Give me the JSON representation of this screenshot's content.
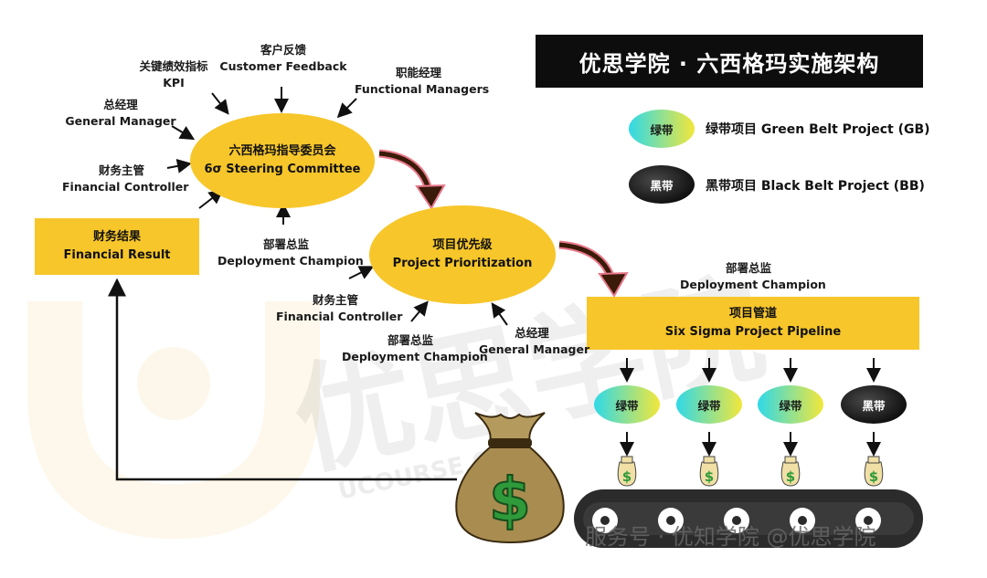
{
  "title": "优思学院 · 六西格玛实施架构",
  "legend": {
    "green_pill": "绿带",
    "green_text": "绿带项目 Green Belt Project (GB)",
    "black_pill": "黑带",
    "black_text": "黑带项目 Black Belt Project (BB)"
  },
  "steering": {
    "cn": "六西格玛指导委员会",
    "en": "6σ Steering Committee"
  },
  "prioritization": {
    "cn": "项目优先级",
    "en": "Project Prioritization"
  },
  "pipeline": {
    "cn": "项目管道",
    "en": "Six Sigma Project Pipeline"
  },
  "financial_result": {
    "cn": "财务结果",
    "en": "Financial Result"
  },
  "inputs": {
    "kpi": {
      "cn": "关键绩效指标",
      "en": "KPI"
    },
    "customer": {
      "cn": "客户反馈",
      "en": "Customer Feedback"
    },
    "functional": {
      "cn": "职能经理",
      "en": "Functional Managers"
    },
    "gm1": {
      "cn": "总经理",
      "en": "General Manager"
    },
    "fc1": {
      "cn": "财务主管",
      "en": "Financial Controller"
    },
    "dc1": {
      "cn": "部署总监",
      "en": "Deployment Champion"
    },
    "fc2": {
      "cn": "财务主管",
      "en": "Financial Controller"
    },
    "dc2": {
      "cn": "部署总监",
      "en": "Deployment Champion"
    },
    "gm2": {
      "cn": "总经理",
      "en": "General Manager"
    },
    "dc3": {
      "cn": "部署总监",
      "en": "Deployment Champion"
    }
  },
  "belts": [
    "绿带",
    "绿带",
    "绿带",
    "黑带"
  ],
  "watermark": "服务号 · 优知学院 @优思学院",
  "background_watermark": "优思学院",
  "background_watermark_en": "UCOURSE.ORG",
  "colors": {
    "accent": "#f7c62a",
    "dark": "#0d0d0d",
    "arrow_outline": "#e8788a"
  },
  "icons": [
    "money-bag-icon",
    "dollar-sack-icon",
    "conveyor-belt-icon"
  ]
}
